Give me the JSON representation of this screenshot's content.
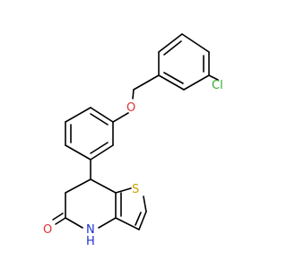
{
  "atoms": {
    "chlorine": {
      "symbol": "Cl",
      "color": "#33aa33"
    },
    "ether_oxygen": {
      "symbol": "O",
      "color": "#e03030"
    },
    "sulfur": {
      "symbol": "S",
      "color": "#c9a400"
    },
    "amide_nitrogen": {
      "symbol": "N",
      "color": "#2030d8"
    },
    "amide_hydrogen": {
      "symbol": "H",
      "color": "#2030d8"
    },
    "carbonyl_oxygen": {
      "symbol": "O",
      "color": "#e03030"
    }
  },
  "bond_color": "#000000",
  "background": "#ffffff"
}
